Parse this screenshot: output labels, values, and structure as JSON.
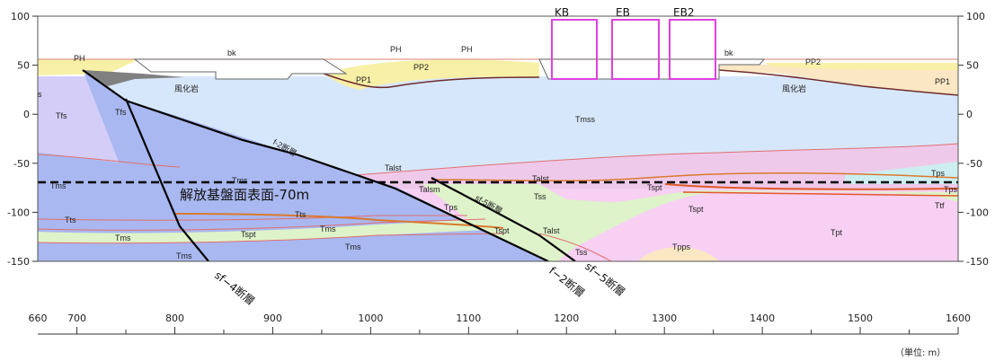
{
  "figure": {
    "unit_label": "（単位: m）",
    "base_surface_label": "解放基盤面表面-70m",
    "y_ticks": [
      "100",
      "50",
      "0",
      "-50",
      "-100",
      "-150"
    ],
    "x_ticks": [
      "660",
      "700",
      "800",
      "900",
      "1000",
      "1100",
      "1200",
      "1300",
      "1400",
      "1500",
      "1600"
    ]
  },
  "buildings": [
    "KB",
    "EB",
    "EB2"
  ],
  "faults": {
    "sf4": "sf−4断層",
    "f2": "f−2断層",
    "sf5": "sf−5断層",
    "f2_small": "f-2断層",
    "sf5_small": "sf-5断層"
  },
  "labels": {
    "ph1": "PH",
    "ph2": "PH",
    "ph3": "PH",
    "bk1": "bk",
    "bk2": "bk",
    "pp2a": "PP2",
    "pp2b": "PP2",
    "pp1a": "PP1",
    "pp1b": "PP1",
    "weather1": "風化岩",
    "weather2": "風化岩",
    "tfs1": "Tfs",
    "tfs2": "Tfs",
    "s": "s",
    "tmss": "Tmss",
    "talst1": "Talst",
    "talst2": "Talst",
    "talst3": "Talst",
    "talsm": "Talsm",
    "tms1": "Tms",
    "tms2": "Tms",
    "tms3": "Tms",
    "tms4": "Tms",
    "tms5": "Tms",
    "tms6": "Tms",
    "tts": "Tts",
    "tts2": "Tts",
    "tspt1": "Tspt",
    "tspt2": "Tspt",
    "tspt3": "Tspt",
    "tspt4": "Tspt",
    "tps1": "Tps",
    "tps2": "Tps",
    "tps3": "Tps",
    "tss1": "Tss",
    "tss2": "Tss",
    "ttf": "Ttf",
    "tpt": "Tpt",
    "tpps": "Tpps"
  },
  "colors": {
    "tms_blue": "#a9b8f0",
    "tmss_lightblue": "#d7e7fb",
    "tfs_lavender": "#d3cdf7",
    "tpt_pink": "#f7d0f3",
    "talst_pink": "#efc9ea",
    "tss_green": "#def3c9",
    "tps_cyan": "#cdeef0",
    "pp_yellow": "#f8f0a6",
    "pp1_cream": "#fbe7c3",
    "building_magenta": "#e040e0",
    "fault_black": "#000000"
  }
}
